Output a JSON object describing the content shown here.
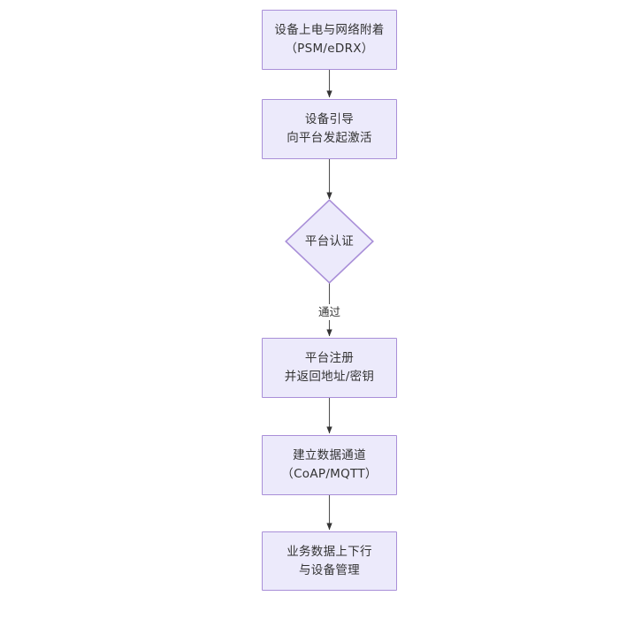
{
  "diagram": {
    "type": "flowchart",
    "orientation": "top-to-bottom",
    "background_color": "#FFFFFF",
    "node_fill_color": "#ECEAFB",
    "node_border_color": "#A98FD8",
    "text_color": "#333333",
    "edge_color": "#555555",
    "nodes": [
      {
        "id": "n1",
        "shape": "rectangle",
        "line1": "设备上电与网络附着",
        "line2": "（PSM/eDRX）",
        "text": "设备上电与网络附着\n（PSM/eDRX）"
      },
      {
        "id": "n2",
        "shape": "rectangle",
        "line1": "设备引导",
        "line2": "向平台发起激活",
        "text": "设备引导\n向平台发起激活"
      },
      {
        "id": "n3",
        "shape": "diamond",
        "line1": "平台认证",
        "line2": "",
        "text": "平台认证"
      },
      {
        "id": "n4",
        "shape": "rectangle",
        "line1": "平台注册",
        "line2": "并返回地址/密钥",
        "text": "平台注册\n并返回地址/密钥"
      },
      {
        "id": "n5",
        "shape": "rectangle",
        "line1": "建立数据通道",
        "line2": "（CoAP/MQTT）",
        "text": "建立数据通道\n（CoAP/MQTT）"
      },
      {
        "id": "n6",
        "shape": "rectangle",
        "line1": "业务数据上下行",
        "line2": "与设备管理",
        "text": "业务数据上下行\n与设备管理"
      }
    ],
    "edges": [
      {
        "id": "e1",
        "from": "n1",
        "to": "n2",
        "label": ""
      },
      {
        "id": "e2",
        "from": "n2",
        "to": "n3",
        "label": ""
      },
      {
        "id": "e3",
        "from": "n3",
        "to": "n4",
        "label": "通过"
      },
      {
        "id": "e4",
        "from": "n4",
        "to": "n5",
        "label": ""
      },
      {
        "id": "e5",
        "from": "n5",
        "to": "n6",
        "label": ""
      }
    ]
  }
}
